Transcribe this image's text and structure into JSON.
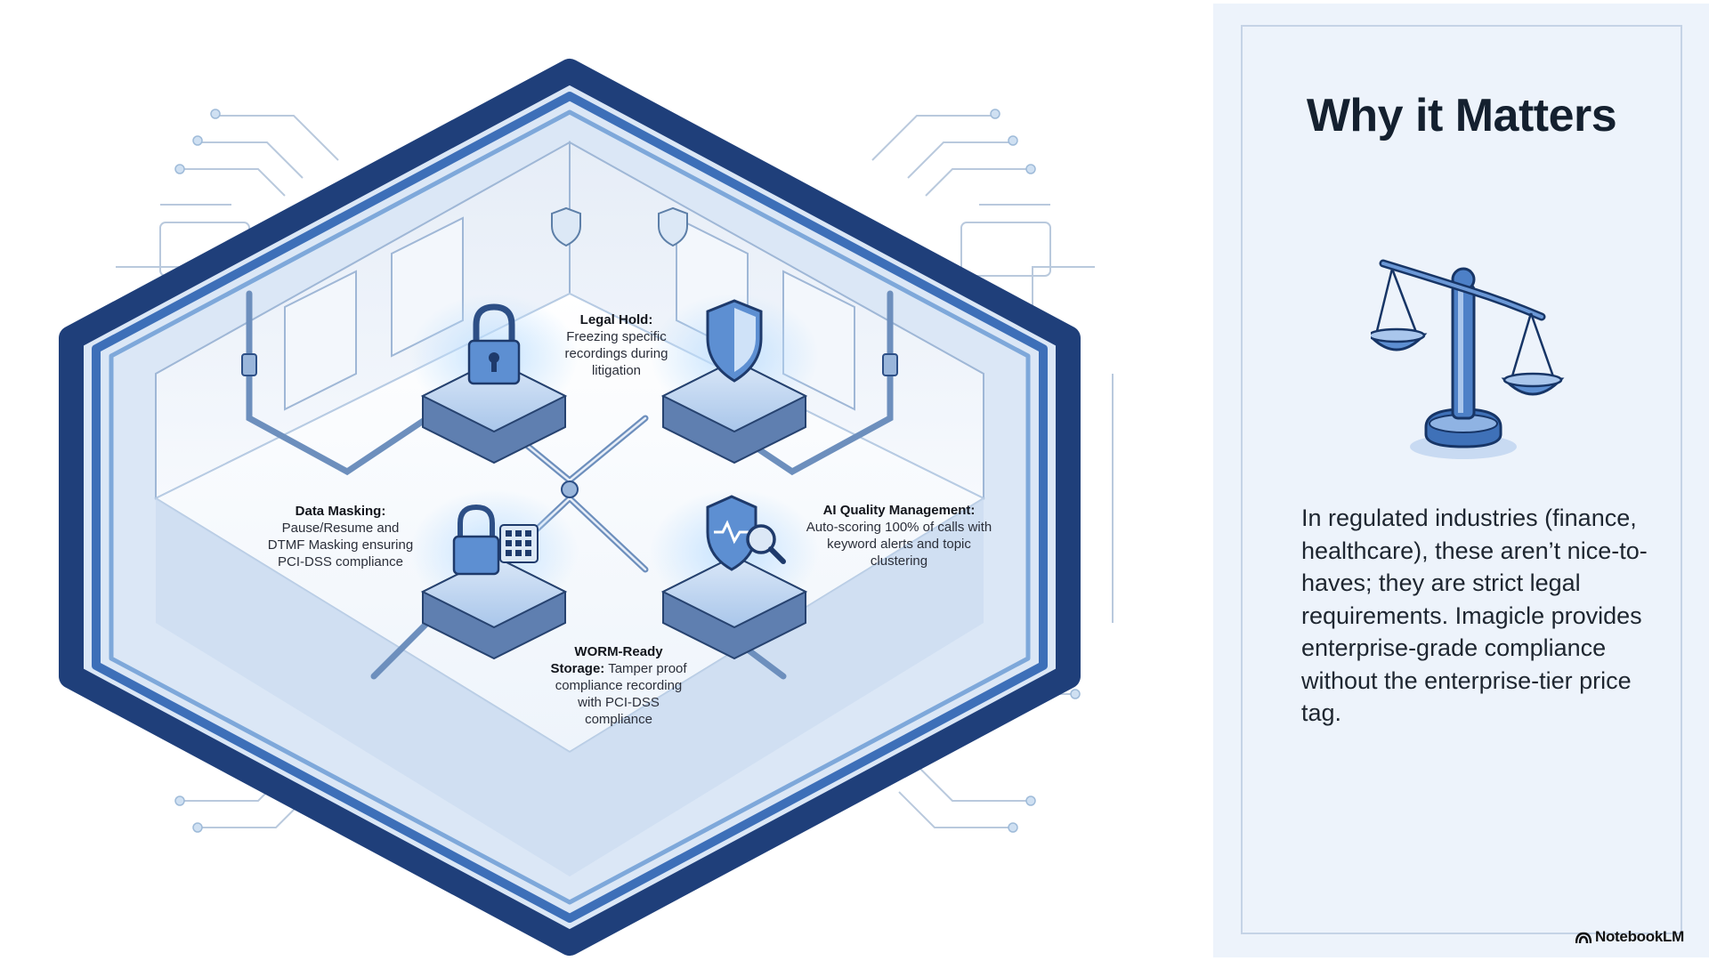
{
  "nodes": {
    "legal_hold": {
      "title": "Legal Hold:",
      "desc": "Freezing specific recordings during litigation",
      "icon": "padlock-icon"
    },
    "data_masking": {
      "title": "Data Masking:",
      "desc": "Pause/Resume and DTMF Masking ensuring PCI-DSS compliance",
      "icon": "lock-keypad-icon"
    },
    "ai_quality": {
      "title": "AI Quality Management:",
      "desc": "Auto-scoring 100% of calls with keyword alerts and topic clustering",
      "icon": "shield-magnifier-icon"
    },
    "worm_storage": {
      "title": "WORM-Ready Storage:",
      "desc": "Tamper proof compliance recording with PCI-DSS compliance",
      "icon": "shield-icon"
    }
  },
  "panel": {
    "title": "Why it Matters",
    "icon": "scales-of-justice-icon",
    "body": "In regulated industries (finance, healthcare), these aren’t nice-to-haves; they are strict legal requirements. Imagicle provides enterprise-grade compliance without the enterprise-tier price tag."
  },
  "brand": {
    "label": "NotebookLM"
  },
  "colors": {
    "frame_dark": "#1f3f7a",
    "frame_mid": "#3d6fb8",
    "accent": "#5b9de0",
    "panel_bg": "#edf3fb",
    "title": "#14202f"
  }
}
